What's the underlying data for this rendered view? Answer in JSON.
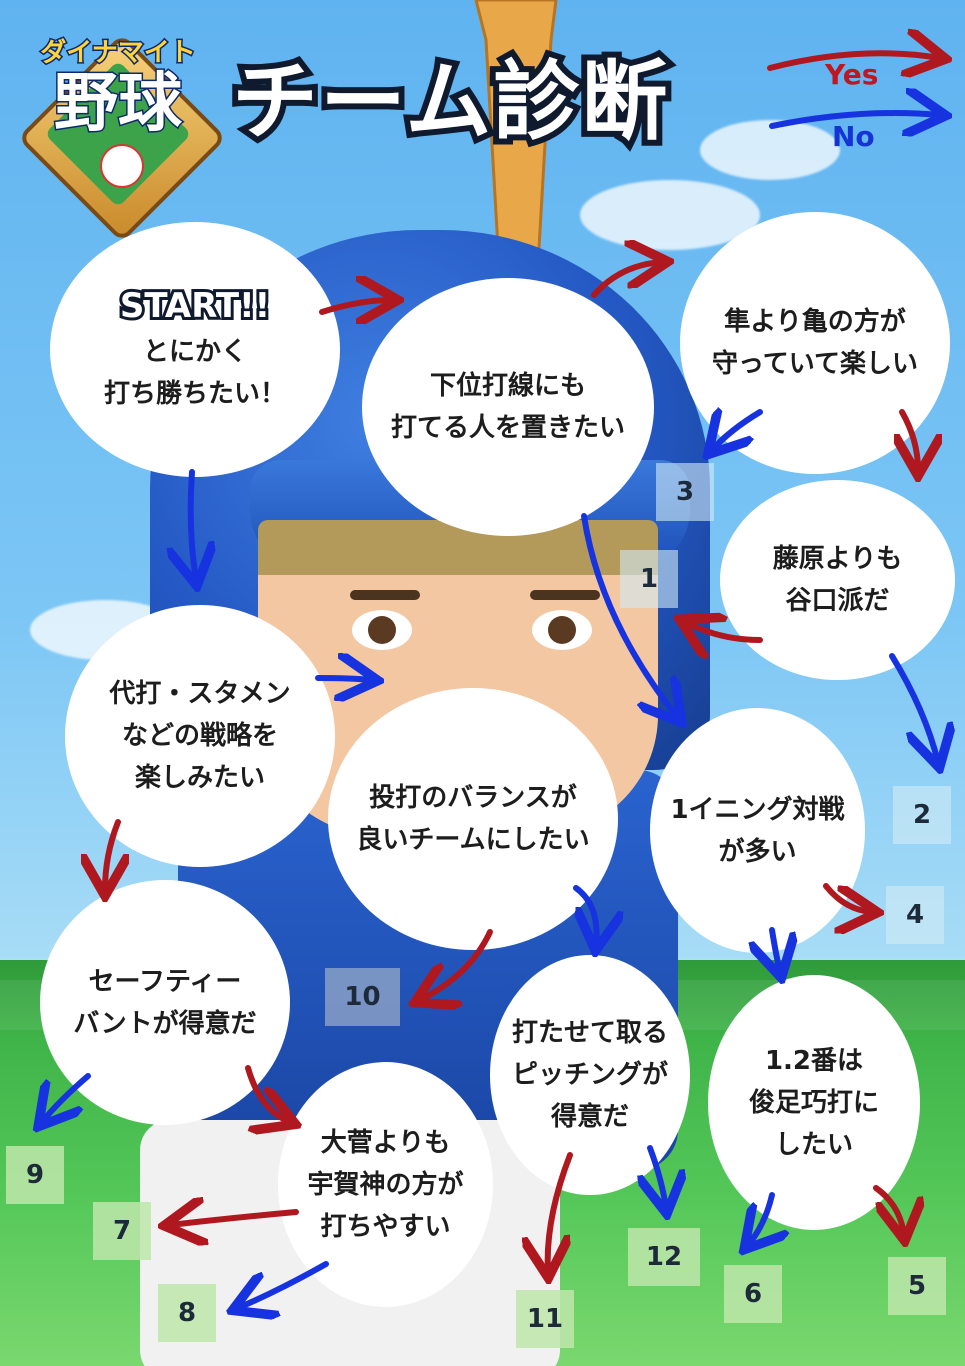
{
  "logo": {
    "sub": "ダイナマイト",
    "main": "野球"
  },
  "title": "チーム診断",
  "legend": {
    "yes_label": "Yes",
    "no_label": "No",
    "yes_color": "#c0161f",
    "no_color": "#1633d6"
  },
  "start_tag": "START!!",
  "questions": {
    "q_start": [
      "とにかく",
      "打ち勝ちたい！"
    ],
    "q_lower": [
      "下位打線にも",
      "打てる人を置きたい"
    ],
    "q_turtle": [
      "隼より亀の方が",
      "守っていて楽しい"
    ],
    "q_fujiwara": [
      "藤原よりも",
      "谷口派だ"
    ],
    "q_strategy": [
      "代打・スタメン",
      "などの戦略を",
      "楽しみたい"
    ],
    "q_balance": [
      "投打のバランスが",
      "良いチームにしたい"
    ],
    "q_inning": [
      "1イニング対戦",
      "が多い"
    ],
    "q_safety": [
      "セーフティー",
      "バントが得意だ"
    ],
    "q_pitch": [
      "打たせて取る",
      "ピッチングが",
      "得意だ"
    ],
    "q_order": [
      "1.2番は",
      "俊足巧打に",
      "したい"
    ],
    "q_ugajin": [
      "大菅よりも",
      "宇賀神の方が",
      "打ちやすい"
    ]
  },
  "results": {
    "r1": "1",
    "r2": "2",
    "r3": "3",
    "r4": "4",
    "r5": "5",
    "r6": "6",
    "r7": "7",
    "r8": "8",
    "r9": "9",
    "r10": "10",
    "r11": "11",
    "r12": "12"
  }
}
